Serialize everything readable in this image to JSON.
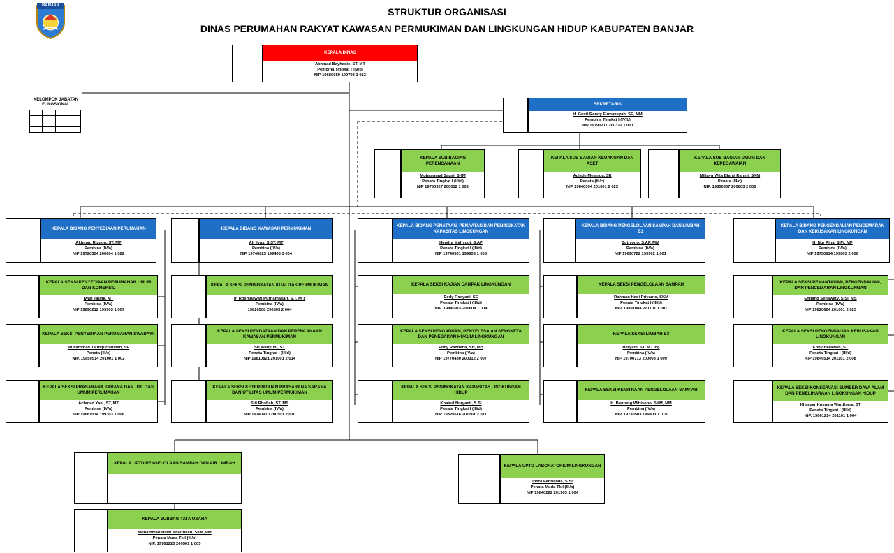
{
  "header": {
    "title": "STRUKTUR ORGANISASI",
    "subtitle": "DINAS PERUMAHAN RAKYAT KAWASAN PERMUKIMAN DAN LINGKUNGAN HIDUP KABUPATEN BANJAR",
    "logo_text": "BANJAR",
    "logo_icon": "regency-emblem"
  },
  "colors": {
    "head_red": "#ff0000",
    "head_blue": "#1f6fc6",
    "head_green": "#8bd04e"
  },
  "kelompok": {
    "label": "KELOMPOK JABATAN FUNGSIONAL"
  },
  "nodes": {
    "kadis": {
      "title": "KEPALA DINAS",
      "name": "Akhmad Bayhaqie, ST, MT",
      "rank": "Pembina Tingkat I (IV/b)",
      "nip": "NIP 19686989 199703 1 013"
    },
    "sekretaris": {
      "title": "SEKRETARIS",
      "name": "H. Gusti Rendy Firmansyah, SE, MM",
      "rank": "Pembina Tingkat I (IV/b)",
      "nip": "NIP 19790211 200312 1 001"
    },
    "sub_perencanaan": {
      "title": "KEPALA SUB BAGIAN PERENCANAAN",
      "name": "Muhammad Sausi, SKM",
      "rank": "Penata Tingkat I (III/d)",
      "nip": "NIP 19750927 200012 1 002"
    },
    "sub_keuangan": {
      "title": "KEPALA SUB BAGIAN KEUANGAN DAN ASET",
      "name": "Adistie Melanda, SE",
      "rank": "Penata (III/c)",
      "nip": "NIP 19840304 201001 2 023"
    },
    "sub_umum": {
      "title": "KEPALA SUB BAGIAN UMUM DAN KEPEGAWAIAN",
      "name": "Miliaya Wita Blanti Rahmi, SKM",
      "rank": "Penata (III/c)",
      "nip": "NIP. 19850307 200803 2 005"
    },
    "bid1": {
      "title": "KEPALA BIDANG PENYEDIAAN PERUMAHAN",
      "name": "Akhmad Rizqon, ST, MT",
      "rank": "Pembina (IV/a)",
      "nip": "NIP 19720304 200604 1 022"
    },
    "bid2": {
      "title": "KEPALA BIDANG KAWASAN PERMUKIMAN",
      "name": "Ali Ilyas, S.ST, MT",
      "rank": "Pembina (IV/a)",
      "nip": "NIP 19740823 199403 1 004"
    },
    "bid3": {
      "title": "KEPALA BIDANG PENATAAN, PENAATAN DAN PENINGKATAN KAPASITAS LINGKUNGAN",
      "name": "Hendra Mahyudi, S.AP",
      "rank": "Penata Tingkat I (III/d)",
      "nip": "NIP 19740501 199603 1 008"
    },
    "bid4": {
      "title": "KEPALA BIDANG PENGELOLAAN SAMPAH DAN LIMBAH B3",
      "name": "Sutiyono, S.AP, MM",
      "rank": "Pembina (IV/a)",
      "nip": "NIP 19690722 199902 1 001"
    },
    "bid5": {
      "title": "KEPALA BIDANG PENGENDALIAN PENCEMARAN DAN KERUSAKAN LINGKUNGAN",
      "name": "H. Nur Aina, S.Pi, MP",
      "rank": "Pembina (IV/a)",
      "nip": "NIP 19730614 199803 2 006"
    },
    "s11": {
      "title": "KEPALA SEKSI PENYEDIAAN PERUMAHAN UMUM DAN KOMERSIL",
      "name": "Iwan Taufik, MT",
      "rank": "Pembina (IV/a)",
      "nip": "NIP 19690212 199903 1 007"
    },
    "s12": {
      "title": "KEPALA SEKSI PENYEDIAAN PERUMAHAN SWADAYA",
      "name": "Muhammad Taufiqurrahman, SE",
      "rank": "Penata (III/c)",
      "nip": "NIP. 19850514 201001 1 002"
    },
    "s13": {
      "title": "KEPALA SEKSI PRASARANA SARANA DAN UTILITAS UMUM PERUMAHAN",
      "name": "Achmad Yani, ST, MT",
      "rank": "Pembina (IV/a)",
      "nip": "NIP 19681014 199303 1 006"
    },
    "s21": {
      "title": "KEPALA SEKSI PENINGKATAN KUALITAS PERMUKIMAN",
      "name": "Ir. Rosmilawati Purnamasari, S.T, M.T",
      "rank": "Pembina (IV/a)",
      "nip": "19820508 200803 2 004"
    },
    "s22": {
      "title": "KEPALA SEKSI PENDATAAN DAN PERENCANAAN KAWASAN PERMUKIMAN",
      "name": "Sri Wahyuni, ST",
      "rank": "Penata Tingkat I (III/d)",
      "nip": "NIP 19810821 201001 2 014"
    },
    "s23": {
      "title": "KEPALA SEKSI KETERPADUAN PRASARANA SARANA DAN UTILITAS UMUM PERMUKIMAN",
      "name": "Siti Rhofiah, ST, MS",
      "rank": "Pembina (IV/a)",
      "nip": "NIP 19740910 200501 2 010"
    },
    "s31": {
      "title": "KEPALA SEKSI KAJIAN DAMPAK LINGKUNGAN",
      "name": "Dedy Rosyadi, SE",
      "rank": "Penata Tingkat I (III/d)",
      "nip": "NIP. 19840915 200604 1 004"
    },
    "s32": {
      "title": "KEPALA SEKSI PENGADUAN, PENYELESAIAN SENGKETA DAN PENEGAKAN HUKUM LINGKUNGAN",
      "name": "Enny Rahmina, SH, MH",
      "rank": "Pembina (IV/a)",
      "nip": "NIP 19770430 200312 2 007"
    },
    "s33": {
      "title": "KEPALA SEKSI PENINGKATAN KAPASITAS LINGKUNGAN HIDUP",
      "name": "Khairul Nuryanti, S.Si",
      "rank": "Penata Tingkat I (III/d)",
      "nip": "NIP 19820516 201001 2 011"
    },
    "s41": {
      "title": "KEPALA SEKSI PENGELOLAAN SAMPAH",
      "name": "Rahman Hadi Priyanto, SKM",
      "rank": "Penata Tingkat I (III/d)",
      "nip": "NIP. 19891004 201101 1 001"
    },
    "s42": {
      "title": "KEPALA SEKSI LIMBAH B3",
      "name": "Heryadi, ST, M.Ling",
      "rank": "Pembina (IV/a)",
      "nip": "NIP 19700713 200003 1 009"
    },
    "s43": {
      "title": "KEPALA SEKSI KEMITRAAN PENGELOLAAN SAMPAH",
      "name": "H. Bentung Wibisono, SKM, MM",
      "rank": "Pembina (IV/a)",
      "nip": "NIP. 19730503 199403 1 010"
    },
    "s51": {
      "title": "KEPALA SEKSI PEMANTAUAN, PENGENDALIAN, DAN PENCEMARAN LINGKUNGAN",
      "name": "Endang Setiawaty, S.Si, MS",
      "rank": "Pembina (IV/a)",
      "nip": "NIP 19820604 201001 2 023"
    },
    "s52": {
      "title": "KEPALA SEKSI PENGENDALIAN KERUSAKAN LINGKUNGAN",
      "name": "Enny Herawati, ST",
      "rank": "Penata Tingkat I (III/d)",
      "nip": "NIP 19840514 201101 2 008"
    },
    "s53": {
      "title": "KEPALA SEKSI KONSERVASI SUMBER DAYA ALAM DAN PEMELIHARAAN LINGKUNGAN HIDUP",
      "name": "Khaezar Kusuma Wardhana, ST",
      "rank": "Penata Tingkat I (III/d)",
      "nip": "NIP. 19861214 201101 1 004"
    },
    "uptd1": {
      "title": "KEPALA UPTD PENGELOLAAN SAMPAH DAN AIR LIMBAH",
      "name": "",
      "rank": "",
      "nip": ""
    },
    "uptd2": {
      "title": "KEPALA UPTD LABORATORIUM LINGKUNGAN",
      "name": "Indra Febrianda, S.Si",
      "rank": "Penata Muda Tk I (III/b)",
      "nip": "NIP 19840222 201903 1 004"
    },
    "subbag_tu": {
      "title": "KEPALA SUBBAG TATA USAHA",
      "name": "Muhammad Hilmi Khairullah, SKM,MM",
      "rank": "Penata Muda Tk.I (III/b)",
      "nip": "NIP. 19761220 200501 1 005"
    }
  }
}
